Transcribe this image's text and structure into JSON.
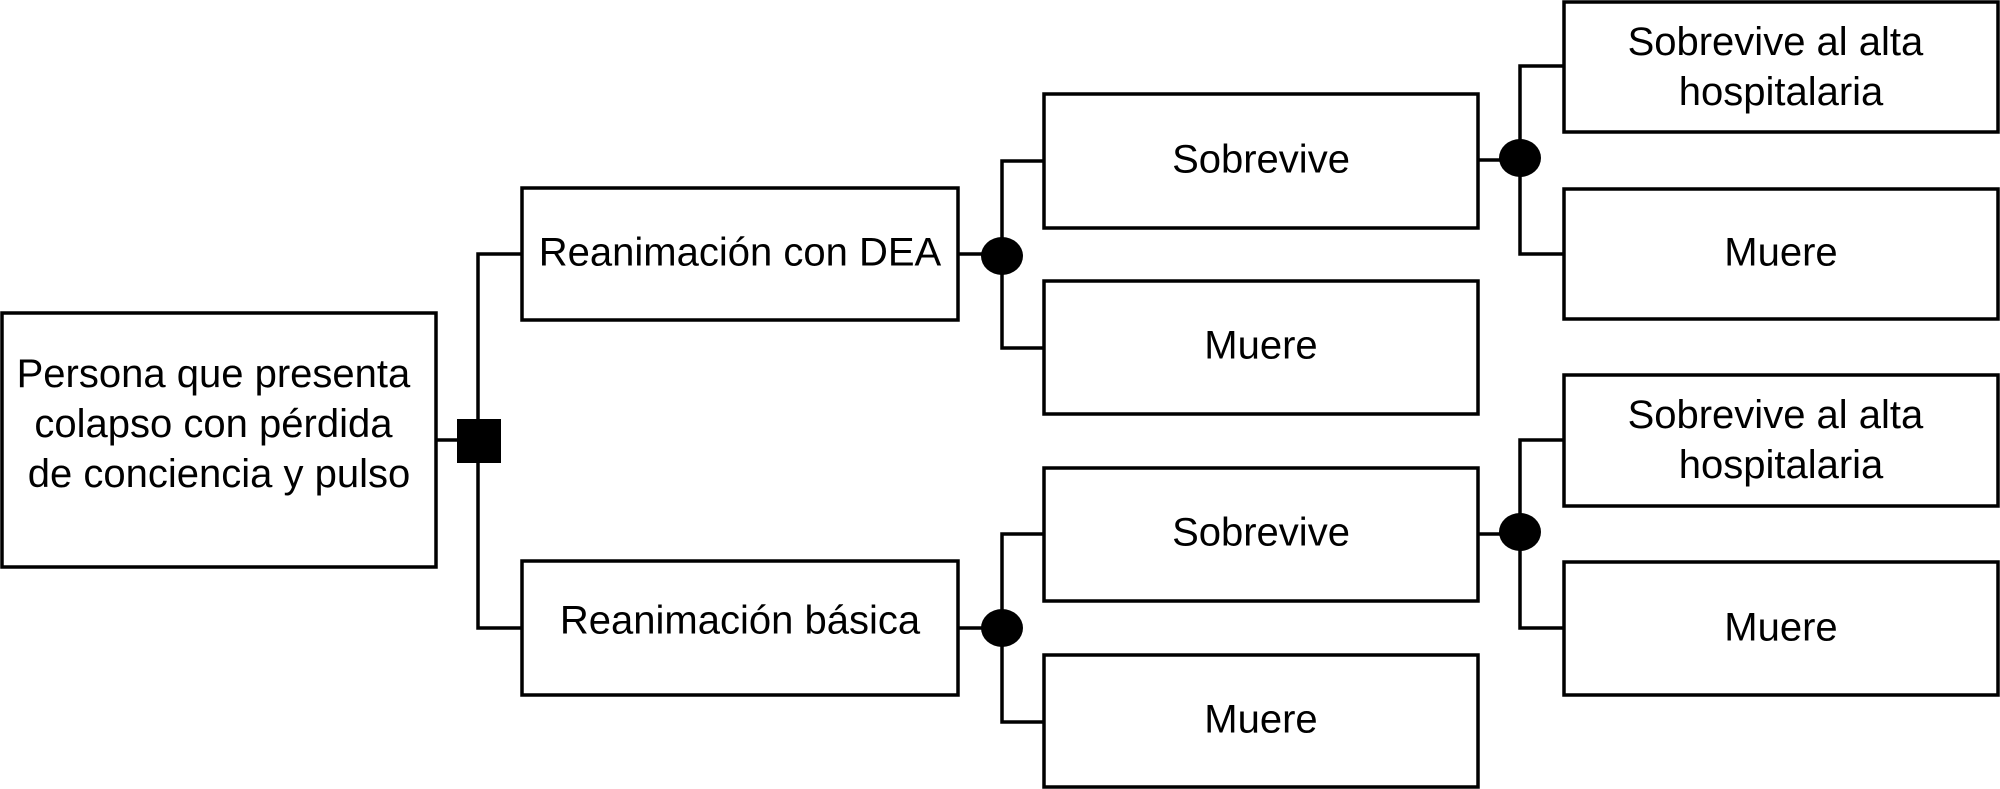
{
  "tree": {
    "root": {
      "label_lines": [
        "Persona que presenta",
        "colapso con pérdida",
        "de conciencia y pulso"
      ],
      "node_type": "decision"
    },
    "options": [
      {
        "label": "Reanimación con DEA",
        "outcomes": [
          {
            "label": "Sobrevive",
            "subsequent": [
              {
                "label_lines": [
                  "Sobrevive al alta",
                  "hospitalaria"
                ]
              },
              {
                "label_lines": [
                  "Muere"
                ]
              }
            ]
          },
          {
            "label": "Muere"
          }
        ]
      },
      {
        "label": "Reanimación básica",
        "outcomes": [
          {
            "label": "Sobrevive",
            "subsequent": [
              {
                "label_lines": [
                  "Sobrevive al alta",
                  "hospitalaria"
                ]
              },
              {
                "label_lines": [
                  "Muere"
                ]
              }
            ]
          },
          {
            "label": "Muere"
          }
        ]
      }
    ]
  },
  "colors": {
    "stroke": "#000000",
    "fill": "#ffffff",
    "node": "#000000"
  }
}
